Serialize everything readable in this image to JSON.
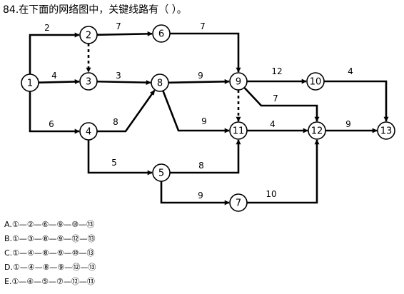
{
  "question": {
    "text": "84.在下面的网络图中，关键线路有（    ）。"
  },
  "diagram": {
    "nodes": [
      "1",
      "2",
      "3",
      "4",
      "5",
      "6",
      "7",
      "8",
      "9",
      "10",
      "11",
      "12",
      "13"
    ],
    "edges": [
      {
        "id": "e1-2",
        "from": "1",
        "to": "2",
        "label": "2"
      },
      {
        "id": "e1-3",
        "from": "1",
        "to": "3",
        "label": "4"
      },
      {
        "id": "e1-4",
        "from": "1",
        "to": "4",
        "label": "6"
      },
      {
        "id": "e2-6",
        "from": "2",
        "to": "6",
        "label": "7"
      },
      {
        "id": "e2-3",
        "from": "2",
        "to": "3",
        "label": "",
        "dashed": true
      },
      {
        "id": "e6-9",
        "from": "6",
        "to": "9",
        "label": "7"
      },
      {
        "id": "e3-8",
        "from": "3",
        "to": "8",
        "label": "3"
      },
      {
        "id": "e4-8",
        "from": "4",
        "to": "8",
        "label": "8"
      },
      {
        "id": "e4-5",
        "from": "4",
        "to": "5",
        "label": "5"
      },
      {
        "id": "e8-9",
        "from": "8",
        "to": "9",
        "label": "9"
      },
      {
        "id": "e8-11",
        "from": "8",
        "to": "11",
        "label": "9"
      },
      {
        "id": "e9-10",
        "from": "9",
        "to": "10",
        "label": "12"
      },
      {
        "id": "e9-11",
        "from": "9",
        "to": "11",
        "label": "",
        "dashed": true
      },
      {
        "id": "e9-12",
        "from": "9",
        "to": "12",
        "label": "7"
      },
      {
        "id": "e10-13",
        "from": "10",
        "to": "13",
        "label": "4"
      },
      {
        "id": "e11-12",
        "from": "11",
        "to": "12",
        "label": "4"
      },
      {
        "id": "e12-13",
        "from": "12",
        "to": "13",
        "label": "9"
      },
      {
        "id": "e5-11",
        "from": "5",
        "to": "11",
        "label": "8"
      },
      {
        "id": "e5-7",
        "from": "5",
        "to": "7",
        "label": "9"
      },
      {
        "id": "e7-12",
        "from": "7",
        "to": "12",
        "label": "10"
      }
    ]
  },
  "options": [
    "A.①—②—⑥—⑨—⑩—⑬",
    "B.①—③—⑧—⑨—⑫—⑬",
    "C.①—④—⑧—⑨—⑩—⑬",
    "D.①—④—⑧—⑨—⑫—⑬",
    "E.①—④—⑤—⑦—⑫—⑬"
  ]
}
